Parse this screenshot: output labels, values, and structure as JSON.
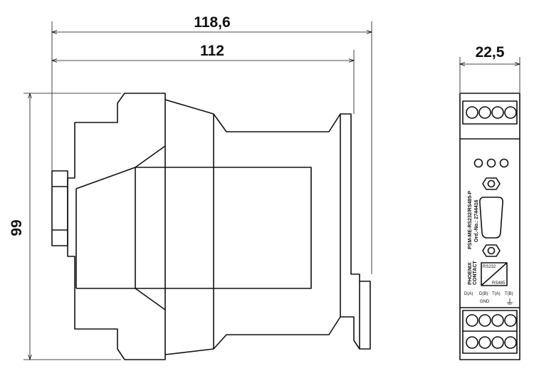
{
  "dimensions": {
    "total_depth": "118,6",
    "body_depth": "112",
    "height": "99",
    "width": "22,5"
  },
  "front_label": {
    "model": "PSM-ME-RS232/RS485-P",
    "order_no": "Ord.-No.: 2744416",
    "brand_line1": "PHOENIX",
    "brand_line2": "CONTACT",
    "converter_top": "RS232",
    "converter_bottom": "RS485",
    "terminals": [
      "D(A)",
      "D(B)",
      "T(A)",
      "T(B)"
    ],
    "gnd": "GND"
  }
}
